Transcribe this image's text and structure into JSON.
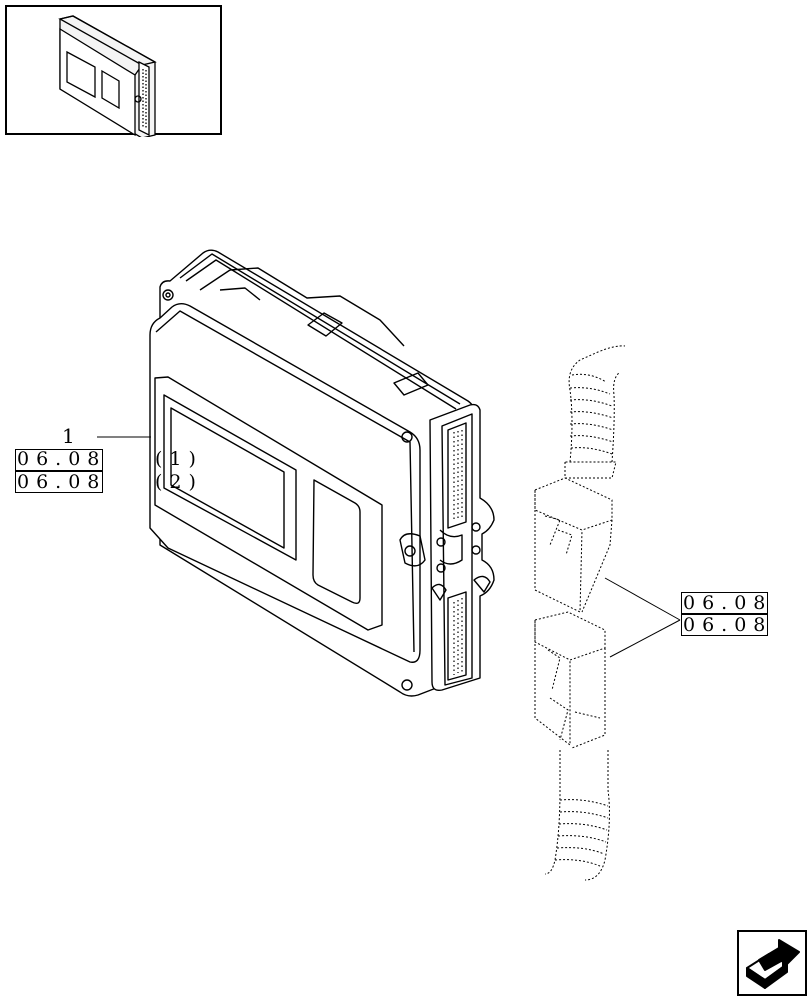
{
  "callouts": {
    "part_number": "1",
    "left_refs": [
      {
        "ref": "06.08",
        "note": "(1)"
      },
      {
        "ref": "06.08",
        "note": "(2)"
      }
    ],
    "right_refs": [
      {
        "ref": "06.08"
      },
      {
        "ref": "06.08"
      }
    ]
  },
  "icons": {
    "thumbnail": "ecu-thumbnail-icon",
    "next_page": "next-page-arrow-icon"
  },
  "colors": {
    "line": "#000000",
    "background": "#ffffff"
  }
}
